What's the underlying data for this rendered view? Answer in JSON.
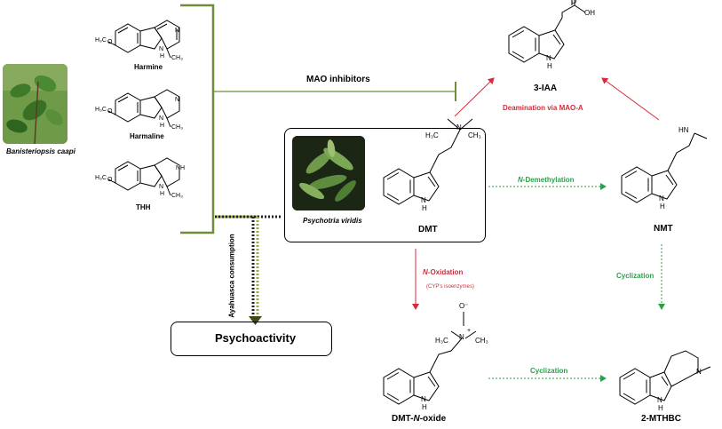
{
  "labels": {
    "harmine": "Harmine",
    "harmaline": "Harmaline",
    "thh": "THH",
    "plant1": "Banisteriopsis caapi",
    "plant2": "Psychotria viridis",
    "mao_inhibitors": "MAO inhibitors",
    "ayahuasca": "Ayahuasca consumption",
    "psychoactivity": "Psychoactivity",
    "dmt": "DMT",
    "nmt": "NMT",
    "iaa": "3-IAA",
    "dmt_n_oxide_a": "DMT-",
    "dmt_n_oxide_n": "N",
    "dmt_n_oxide_b": "-oxide",
    "mthbc": "2-MTHBC",
    "deamination": "Deamination via MAO-A",
    "n_demethylation_n": "N",
    "n_demethylation_rest": "-Demethylation",
    "n_oxidation_n": "N",
    "n_oxidation_rest": "-Oxidation",
    "cyp": "(CYP's isoenzymes)",
    "cyclization_1": "Cyclization",
    "cyclization_2": "Cyclization"
  },
  "atoms": {
    "h": "H",
    "n": "N",
    "nh": "NH",
    "hn": "HN",
    "oh": "OH",
    "o": "O",
    "o_minus": "O⁻",
    "plus": "+",
    "ch3": "CH₃",
    "h3c": "H₃C",
    "o_methyl": "O",
    "ch3_left": "H₃C"
  },
  "colors": {
    "red": "#d62b3b",
    "green": "#2e9e4a",
    "olive": "#6e8f3a",
    "dark_olive": "#3d4a1a",
    "black": "#000000"
  }
}
